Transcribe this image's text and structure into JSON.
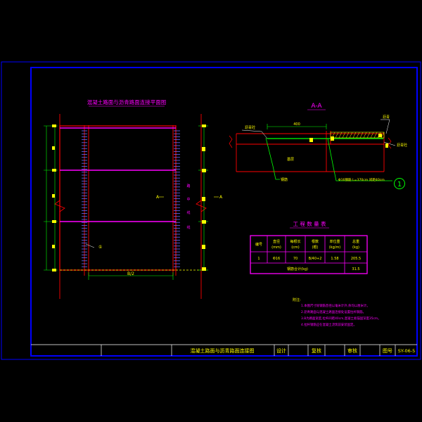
{
  "colors": {
    "background": "#000000",
    "frame": "#0000ff",
    "linework": "#ff0000",
    "accent": "#ff00ff",
    "text": "#ffff00",
    "dims": "#00ff00",
    "rebar": "#6a6aff",
    "white": "#ffffff"
  },
  "plan": {
    "title": "混凝土路面与沥青路面连接平面图",
    "center_dim": "B/2",
    "rebar_callout": "①",
    "section_mark_left": "A",
    "section_mark_right": "A",
    "right_notes": [
      "路",
      "中",
      "线",
      "线"
    ]
  },
  "section": {
    "title": "A-A",
    "dim_top": "400",
    "label_left_top": "沥青砼",
    "label_right_top": "沥青",
    "label_right_side": "沥青砼",
    "label_mid": "基层",
    "label_bottom_left": "钢筋",
    "label_bottom_right": "Φ16钢筋 L=370cm 间距40cm",
    "callout": "1"
  },
  "quantity_table": {
    "title": "工 程 数 量 表",
    "headers": [
      [
        "编号",
        ""
      ],
      [
        "直径",
        "(mm)"
      ],
      [
        "每根长",
        "(cm)"
      ],
      [
        "根数",
        "(根)"
      ],
      [
        "单位重",
        "(kg/m)"
      ],
      [
        "总重",
        "(kg)"
      ]
    ],
    "row": [
      "1",
      "Φ16",
      "70",
      "B/40+2",
      "1.58",
      "205.5"
    ],
    "total": [
      "钢筋合计(kg)",
      "31.5"
    ]
  },
  "notes": {
    "title": "附注:",
    "lines": [
      "1.本图尺寸除钢筋直径以毫米计外,余均以厘米计。",
      "2.沥青路面与混凝土路面连接处设置拉杆钢筋。",
      "3.B为路面宽度,拉杆间距40cm,混凝土板锚固深度35cm。",
      "4.拉杆钢筋应在混凝土浇筑前安装固定。"
    ]
  },
  "title_block": {
    "drawing_title": "混凝土路面与沥青路面连接图",
    "designer_label": "设计",
    "reviewer_label": "复核",
    "approver_label": "审核",
    "sheet_label": "图号",
    "sheet_no": "SY-06-5"
  }
}
